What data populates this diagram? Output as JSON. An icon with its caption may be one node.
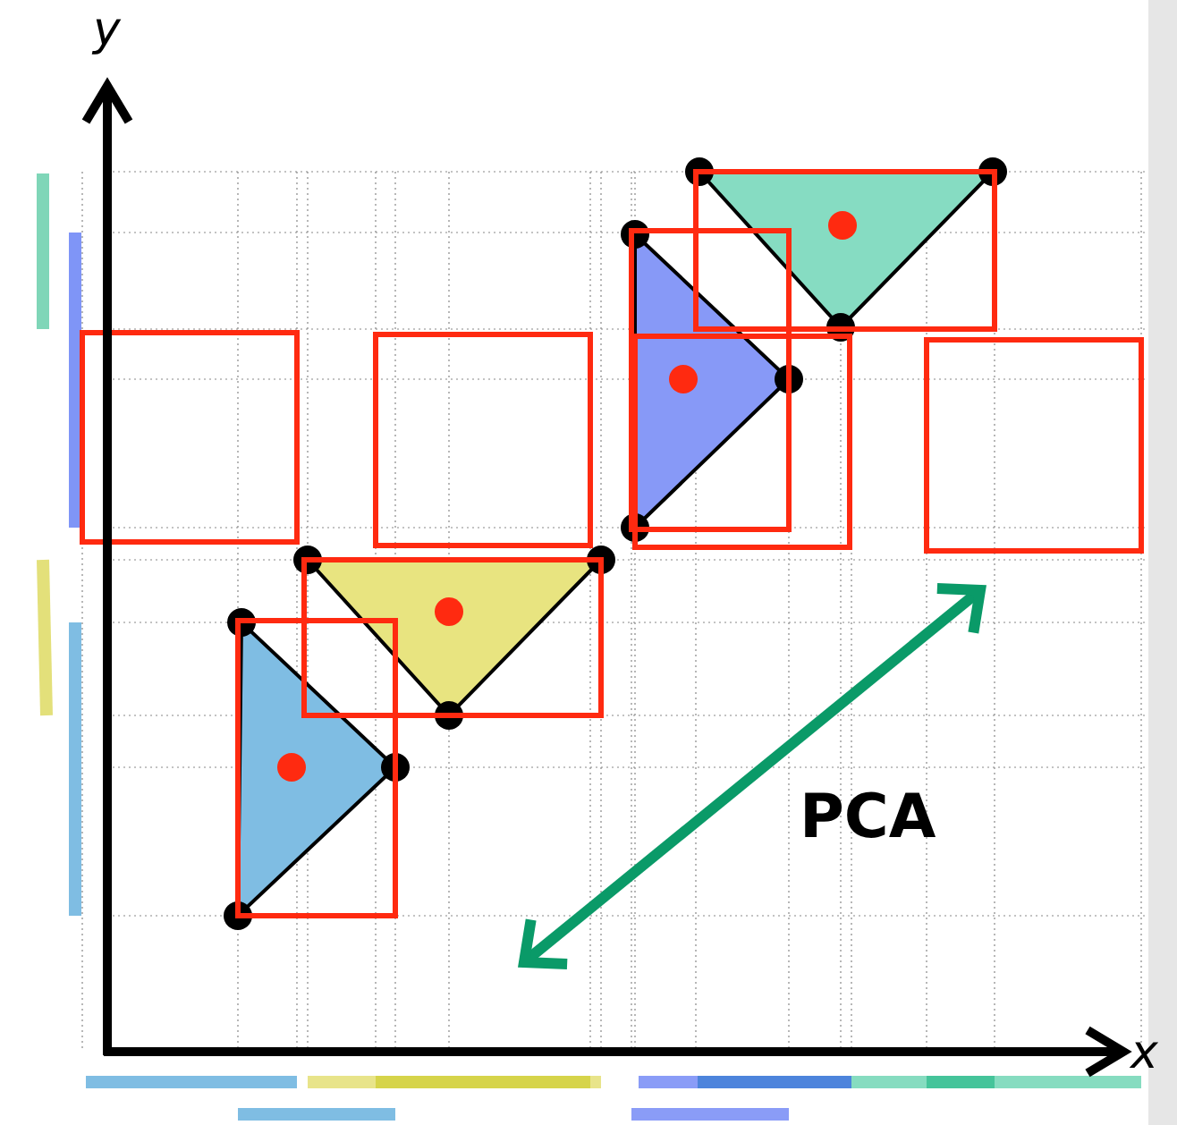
{
  "diagram": {
    "labels": [
      "y",
      "x",
      "PCA"
    ]
  }
}
